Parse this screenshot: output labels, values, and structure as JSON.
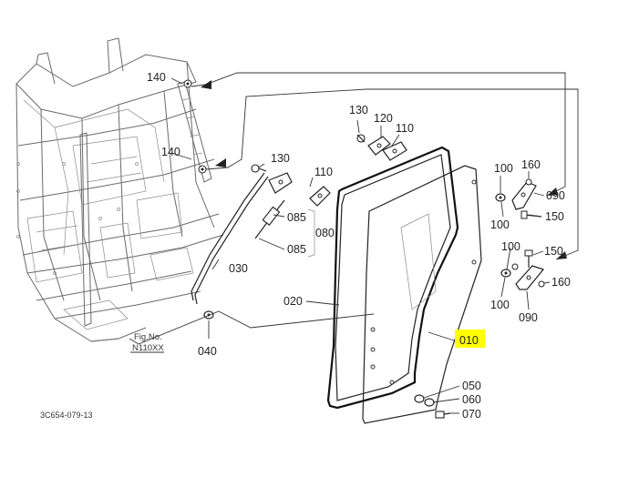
{
  "diagram": {
    "sheet_code": "3C654-079-13",
    "figure_ref": {
      "line1": "Fig.No.",
      "line2": "N110XX"
    },
    "highlight_color": "#ffff00",
    "callouts": {
      "c140a": "140",
      "c140b": "140",
      "c130a": "130",
      "c120": "120",
      "c110a": "110",
      "c130b": "130",
      "c110b": "110",
      "c085a": "085",
      "c085b": "085",
      "c080": "080",
      "c030": "030",
      "c020": "020",
      "c040": "040",
      "c010": "010",
      "c100a": "100",
      "c160a": "160",
      "c090a": "090",
      "c100b": "100",
      "c150a": "150",
      "c100c": "100",
      "c150b": "150",
      "c100d": "100",
      "c160b": "160",
      "c090b": "090",
      "c050": "050",
      "c060": "060",
      "c070": "070"
    }
  }
}
